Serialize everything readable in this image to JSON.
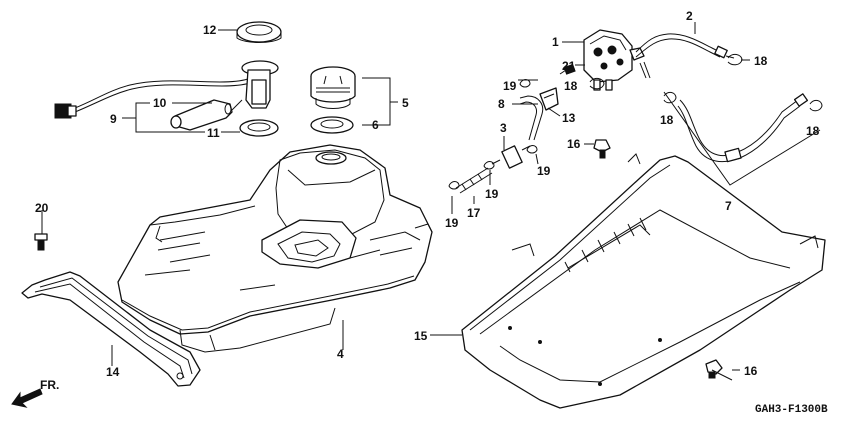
{
  "callouts": {
    "c1": "1",
    "c2": "2",
    "c3": "3",
    "c4": "4",
    "c5": "5",
    "c6": "6",
    "c7": "7",
    "c8": "8",
    "c9": "9",
    "c10": "10",
    "c11": "11",
    "c12": "12",
    "c13": "13",
    "c14": "14",
    "c15": "15",
    "c16a": "16",
    "c16b": "16",
    "c17": "17",
    "c18a": "18",
    "c18b": "18",
    "c18c": "18",
    "c18d": "18",
    "c19a": "19",
    "c19b": "19",
    "c19c": "19",
    "c19d": "19",
    "c20": "20",
    "c21": "21"
  },
  "front_label": "FR.",
  "drawing_code": "GAH3-F1300B"
}
